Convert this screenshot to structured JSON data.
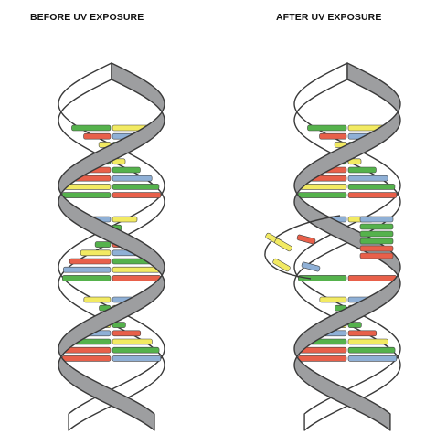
{
  "labels": {
    "before": "BEFORE UV EXPOSURE",
    "after": "AFTER UV EXPOSURE"
  },
  "colors": {
    "backbone_fill": "#9d9ea0",
    "backbone_stroke": "#3a3a3a",
    "base_red": "#e8604a",
    "base_green": "#55b24c",
    "base_yellow": "#f2ea62",
    "base_blue": "#8fb0d6"
  },
  "helices": [
    {
      "id": "before-uv-helix",
      "damaged": false,
      "base_pairs": [
        [
          "green",
          "yellow"
        ],
        [
          "red",
          "blue"
        ],
        [
          "yellow",
          "green"
        ],
        [
          "blue",
          "red"
        ],
        [
          "green",
          "yellow"
        ],
        [
          "red",
          "green"
        ],
        [
          "red",
          "blue"
        ],
        [
          "yellow",
          "green"
        ],
        [
          "green",
          "red"
        ],
        [
          "blue",
          "yellow"
        ],
        [
          "red",
          "green"
        ],
        [
          "yellow",
          "blue"
        ],
        [
          "green",
          "red"
        ],
        [
          "yellow",
          "blue"
        ],
        [
          "red",
          "green"
        ],
        [
          "blue",
          "yellow"
        ],
        [
          "green",
          "red"
        ],
        [
          "yellow",
          "blue"
        ]
      ]
    },
    {
      "id": "after-uv-helix",
      "damaged": true,
      "base_pairs": [
        [
          "green",
          "yellow"
        ],
        [
          "red",
          "blue"
        ],
        [
          "yellow",
          "green"
        ],
        [
          "blue",
          "red"
        ],
        [
          "green",
          "yellow"
        ],
        [
          "red",
          "green"
        ],
        [
          "red",
          "blue"
        ],
        [
          "yellow",
          "green"
        ],
        [
          "green",
          "red"
        ],
        [
          "blue",
          "yellow"
        ],
        [
          "red",
          "green"
        ],
        [
          "yellow",
          "blue"
        ],
        [
          "green",
          "red"
        ],
        [
          "yellow",
          "blue"
        ],
        [
          "red",
          "green"
        ],
        [
          "blue",
          "yellow"
        ],
        [
          "green",
          "red"
        ],
        [
          "yellow",
          "blue"
        ]
      ]
    }
  ]
}
